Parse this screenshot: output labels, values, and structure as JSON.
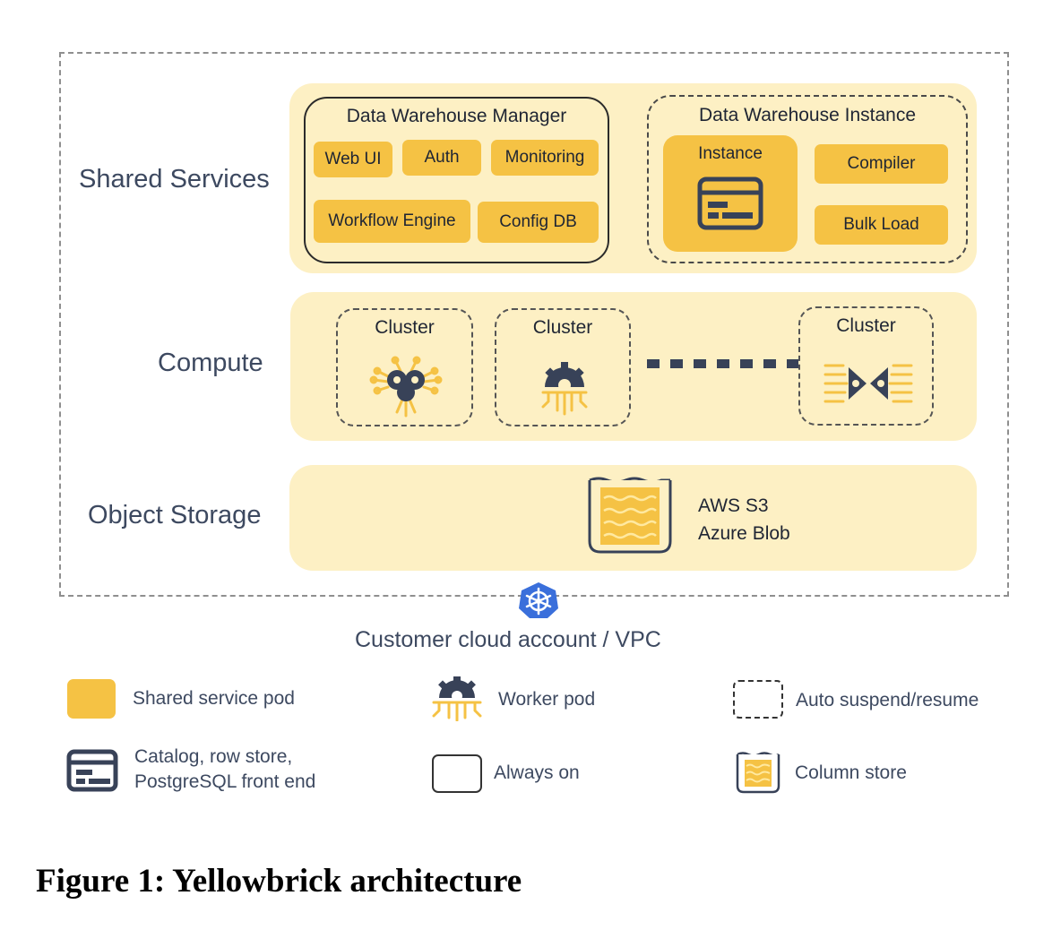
{
  "layers": {
    "shared_services": "Shared Services",
    "compute": "Compute",
    "object_storage": "Object Storage"
  },
  "dw_manager": {
    "title": "Data Warehouse Manager",
    "pods": [
      "Web UI",
      "Auth",
      "Monitoring",
      "Workflow Engine",
      "Config DB"
    ]
  },
  "dw_instance": {
    "title": "Data Warehouse Instance",
    "instance_label": "Instance",
    "pods": [
      "Compiler",
      "Bulk Load"
    ]
  },
  "clusters": [
    "Cluster",
    "Cluster",
    "Cluster"
  ],
  "storage": {
    "line1": "AWS S3",
    "line2": "Azure Blob"
  },
  "vpc_label": "Customer cloud account / VPC",
  "legend": {
    "shared_service_pod": "Shared service pod",
    "worker_pod": "Worker pod",
    "auto_suspend": "Auto suspend/resume",
    "catalog_line1": "Catalog, row store,",
    "catalog_line2": "PostgreSQL front end",
    "always_on": "Always on",
    "column_store": "Column store"
  },
  "caption": "Figure 1: Yellowbrick architecture",
  "colors": {
    "pod_yellow": "#f5c244",
    "band_cream": "#fdf0c4",
    "icon_navy": "#384258",
    "k8s_blue": "#3a6fdb"
  },
  "icons": {
    "instance": "server-card-icon",
    "worker": "gear-circuit-icon",
    "storage": "column-store-bucket-icon",
    "vpc": "kubernetes-icon"
  }
}
